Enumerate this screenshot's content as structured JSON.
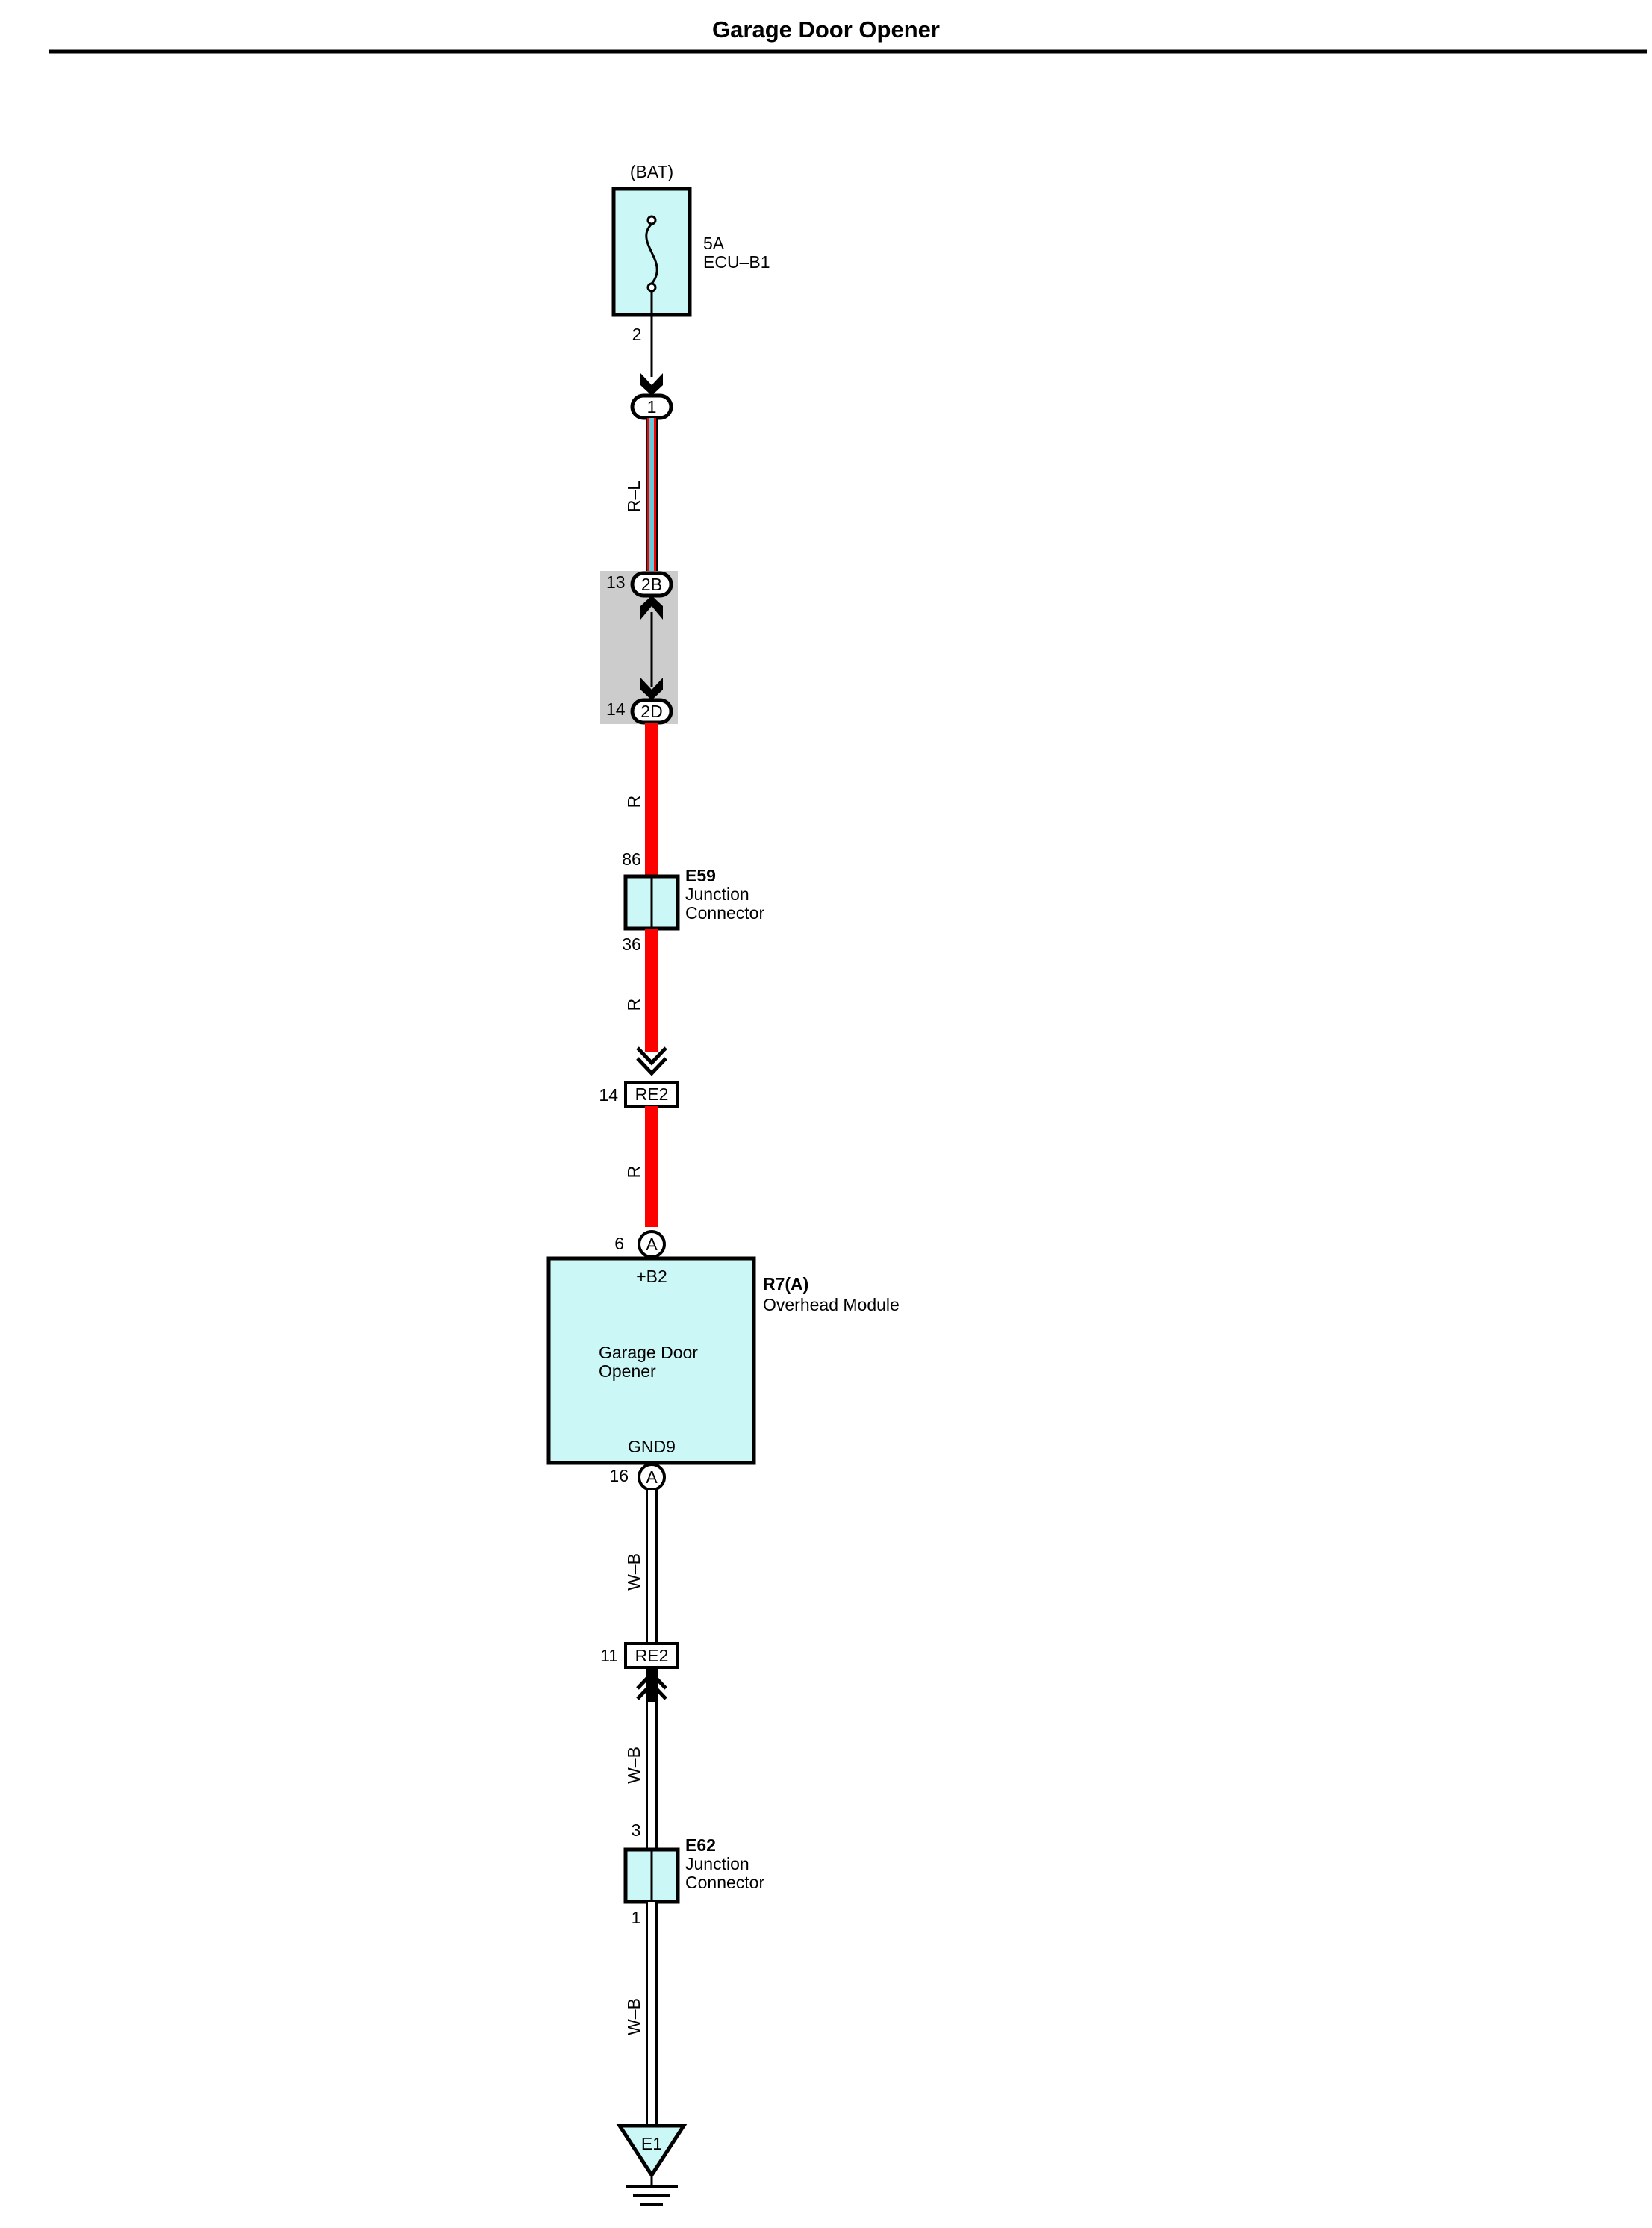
{
  "title": "Garage Door Opener",
  "colors": {
    "component_fill": "#ccf7f7",
    "wire_red": "#ff0000",
    "wire_blue_stripe": "#66c8d8",
    "wire_white": "#ffffff",
    "connector_shade": "#cccccc",
    "ink": "#000000"
  },
  "fuse": {
    "source": "(BAT)",
    "rating": "5A",
    "name": "ECU–B1",
    "pin": "2",
    "icon": "fuse-icon"
  },
  "connectors": {
    "top": {
      "label": "1"
    },
    "upper_pair": {
      "upper_pin": "13",
      "upper_label": "2B",
      "lower_pin": "14",
      "lower_label": "2D"
    },
    "re2_top": {
      "pin": "14",
      "label": "RE2"
    },
    "re2_bottom": {
      "pin": "11",
      "label": "RE2"
    }
  },
  "wires": {
    "w1": "R–L",
    "w2": "R",
    "w3": "R",
    "w4": "R",
    "w5": "W–B",
    "w6": "W–B",
    "w7": "W–B"
  },
  "junctions": {
    "e59": {
      "code": "E59",
      "line1": "Junction",
      "line2": "Connector",
      "pin_top": "86",
      "pin_bottom": "36"
    },
    "e62": {
      "code": "E62",
      "line1": "Junction",
      "line2": "Connector",
      "pin_top": "3",
      "pin_bottom": "1"
    }
  },
  "module": {
    "code": "R7(A)",
    "name": "Overhead Module",
    "terminal_top": "+B2",
    "terminal_bottom": "GND9",
    "function_line1": "Garage Door",
    "function_line2": "Opener",
    "pin_top": "6",
    "pin_top_conn": "A",
    "pin_bottom": "16",
    "pin_bottom_conn": "A"
  },
  "ground": {
    "label": "E1",
    "icon": "ground-icon"
  }
}
